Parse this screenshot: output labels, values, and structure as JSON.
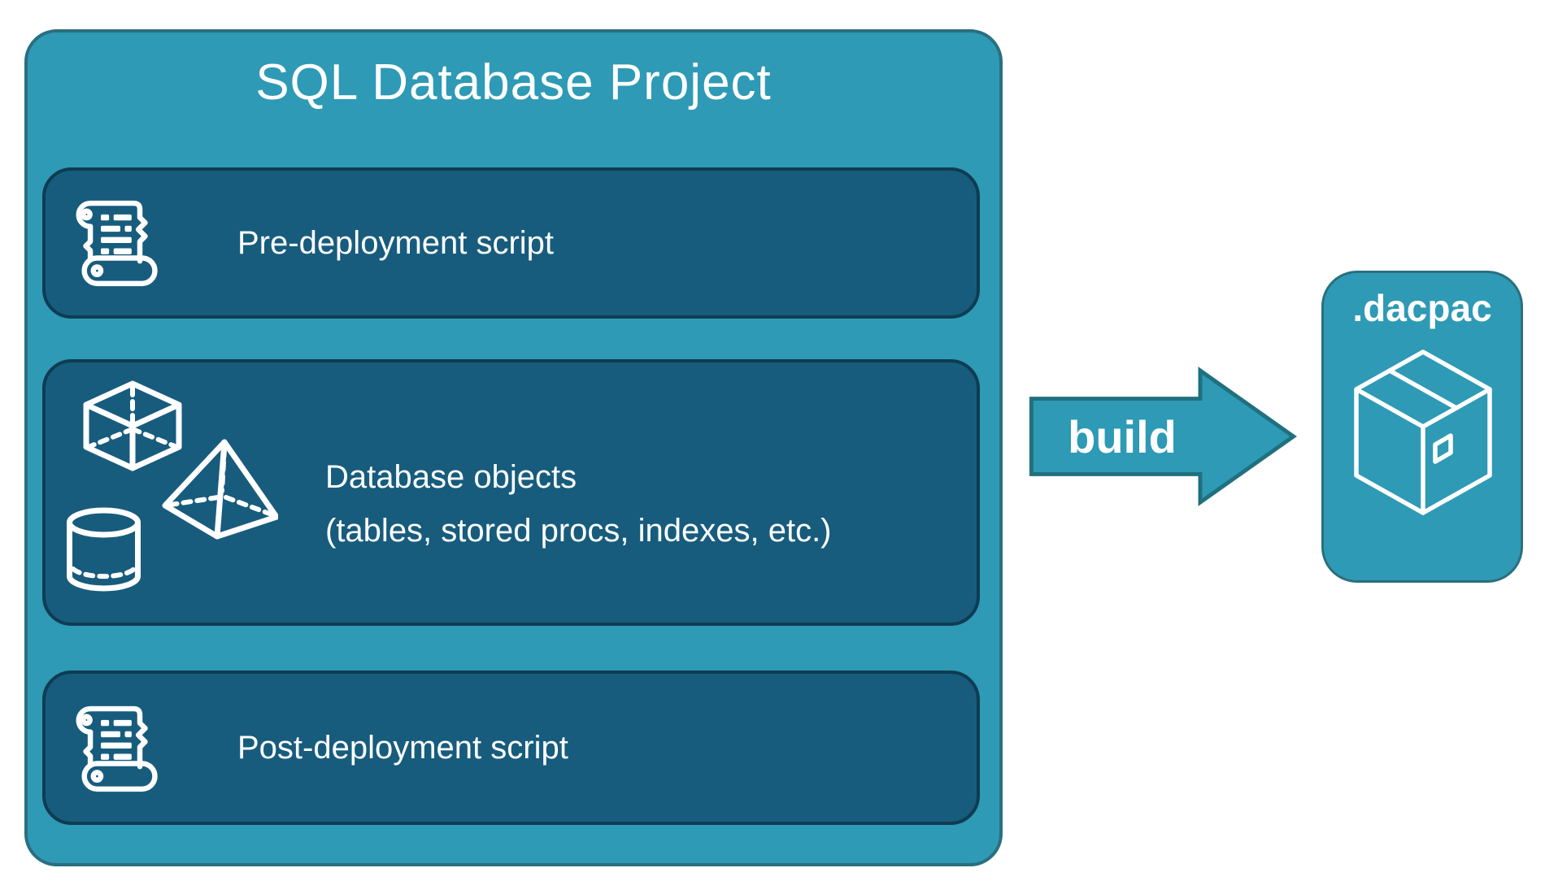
{
  "colors": {
    "container_fill": "#2E9AB5",
    "container_border": "#2A6F80",
    "item_fill": "#175C7D",
    "item_border": "#0E3C53",
    "arrow_fill": "#2E9AB5",
    "arrow_border": "#20707F",
    "text": "#FFFFFF",
    "page_background": "#FFFFFF"
  },
  "project": {
    "title": "SQL Database Project",
    "items": [
      {
        "id": "pre-deployment",
        "label": "Pre-deployment script",
        "icon": "scroll-icon"
      },
      {
        "id": "database-objects",
        "label_line1": "Database objects",
        "label_line2": "(tables, stored procs, indexes, etc.)",
        "icon": "geometric-shapes-icon"
      },
      {
        "id": "post-deployment",
        "label": "Post-deployment script",
        "icon": "scroll-icon"
      }
    ]
  },
  "arrow": {
    "label": "build",
    "direction": "right"
  },
  "output": {
    "label": ".dacpac",
    "icon": "package-icon"
  }
}
